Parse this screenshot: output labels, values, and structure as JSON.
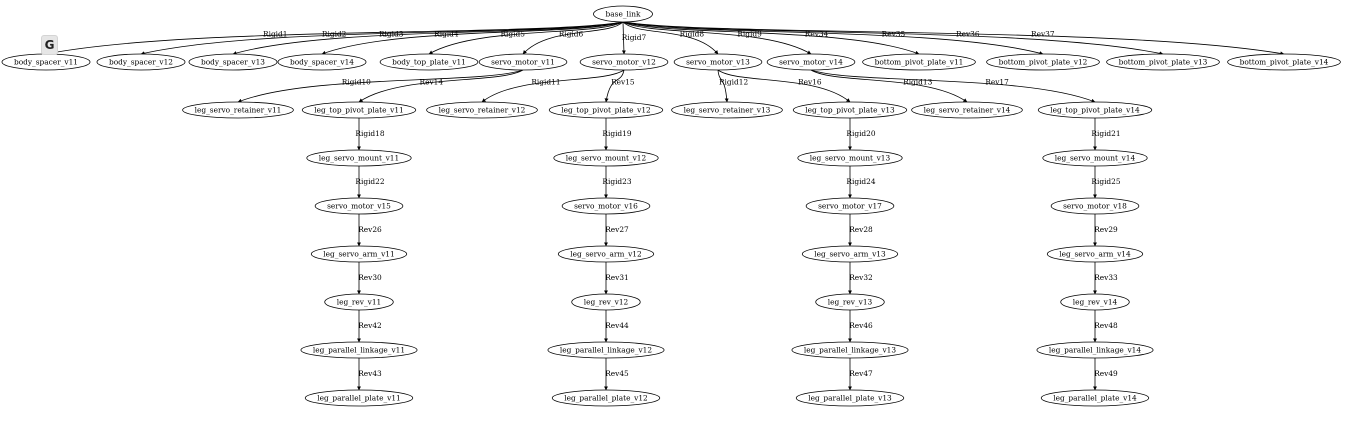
{
  "toolbar": {
    "graph_button_label": "G"
  },
  "graph": {
    "nodes": [
      {
        "id": "base_link",
        "label": "base_link"
      },
      {
        "id": "body_spacer_v11",
        "label": "body_spacer_v11"
      },
      {
        "id": "body_spacer_v12",
        "label": "body_spacer_v12"
      },
      {
        "id": "body_spacer_v13",
        "label": "body_spacer_v13"
      },
      {
        "id": "body_spacer_v14",
        "label": "body_spacer_v14"
      },
      {
        "id": "body_top_plate_v11",
        "label": "body_top_plate_v11"
      },
      {
        "id": "servo_motor_v11",
        "label": "servo_motor_v11"
      },
      {
        "id": "servo_motor_v12",
        "label": "servo_motor_v12"
      },
      {
        "id": "servo_motor_v13",
        "label": "servo_motor_v13"
      },
      {
        "id": "servo_motor_v14",
        "label": "servo_motor_v14"
      },
      {
        "id": "bottom_pivot_plate_v11",
        "label": "bottom_pivot_plate_v11"
      },
      {
        "id": "bottom_pivot_plate_v12",
        "label": "bottom_pivot_plate_v12"
      },
      {
        "id": "bottom_pivot_plate_v13",
        "label": "bottom_pivot_plate_v13"
      },
      {
        "id": "bottom_pivot_plate_v14",
        "label": "bottom_pivot_plate_v14"
      },
      {
        "id": "leg_servo_retainer_v11",
        "label": "leg_servo_retainer_v11"
      },
      {
        "id": "leg_top_pivot_plate_v11",
        "label": "leg_top_pivot_plate_v11"
      },
      {
        "id": "leg_servo_retainer_v12",
        "label": "leg_servo_retainer_v12"
      },
      {
        "id": "leg_top_pivot_plate_v12",
        "label": "leg_top_pivot_plate_v12"
      },
      {
        "id": "leg_servo_retainer_v13",
        "label": "leg_servo_retainer_v13"
      },
      {
        "id": "leg_top_pivot_plate_v13",
        "label": "leg_top_pivot_plate_v13"
      },
      {
        "id": "leg_servo_retainer_v14",
        "label": "leg_servo_retainer_v14"
      },
      {
        "id": "leg_top_pivot_plate_v14",
        "label": "leg_top_pivot_plate_v14"
      },
      {
        "id": "leg_servo_mount_v11",
        "label": "leg_servo_mount_v11"
      },
      {
        "id": "leg_servo_mount_v12",
        "label": "leg_servo_mount_v12"
      },
      {
        "id": "leg_servo_mount_v13",
        "label": "leg_servo_mount_v13"
      },
      {
        "id": "leg_servo_mount_v14",
        "label": "leg_servo_mount_v14"
      },
      {
        "id": "servo_motor_v15",
        "label": "servo_motor_v15"
      },
      {
        "id": "servo_motor_v16",
        "label": "servo_motor_v16"
      },
      {
        "id": "servo_motor_v17",
        "label": "servo_motor_v17"
      },
      {
        "id": "servo_motor_v18",
        "label": "servo_motor_v18"
      },
      {
        "id": "leg_servo_arm_v11",
        "label": "leg_servo_arm_v11"
      },
      {
        "id": "leg_servo_arm_v12",
        "label": "leg_servo_arm_v12"
      },
      {
        "id": "leg_servo_arm_v13",
        "label": "leg_servo_arm_v13"
      },
      {
        "id": "leg_servo_arm_v14",
        "label": "leg_servo_arm_v14"
      },
      {
        "id": "leg_rev_v11",
        "label": "leg_rev_v11"
      },
      {
        "id": "leg_rev_v12",
        "label": "leg_rev_v12"
      },
      {
        "id": "leg_rev_v13",
        "label": "leg_rev_v13"
      },
      {
        "id": "leg_rev_v14",
        "label": "leg_rev_v14"
      },
      {
        "id": "leg_parallel_linkage_v11",
        "label": "leg_parallel_linkage_v11"
      },
      {
        "id": "leg_parallel_linkage_v12",
        "label": "leg_parallel_linkage_v12"
      },
      {
        "id": "leg_parallel_linkage_v13",
        "label": "leg_parallel_linkage_v13"
      },
      {
        "id": "leg_parallel_linkage_v14",
        "label": "leg_parallel_linkage_v14"
      },
      {
        "id": "leg_parallel_plate_v11",
        "label": "leg_parallel_plate_v11"
      },
      {
        "id": "leg_parallel_plate_v12",
        "label": "leg_parallel_plate_v12"
      },
      {
        "id": "leg_parallel_plate_v13",
        "label": "leg_parallel_plate_v13"
      },
      {
        "id": "leg_parallel_plate_v14",
        "label": "leg_parallel_plate_v14"
      }
    ],
    "edges": [
      {
        "from": "base_link",
        "to": "body_spacer_v11",
        "label": "Rigid1"
      },
      {
        "from": "base_link",
        "to": "body_spacer_v12",
        "label": "Rigid2"
      },
      {
        "from": "base_link",
        "to": "body_spacer_v13",
        "label": "Rigid3"
      },
      {
        "from": "base_link",
        "to": "body_spacer_v14",
        "label": "Rigid4"
      },
      {
        "from": "base_link",
        "to": "body_top_plate_v11",
        "label": "Rigid5"
      },
      {
        "from": "base_link",
        "to": "servo_motor_v11",
        "label": "Rigid6"
      },
      {
        "from": "base_link",
        "to": "servo_motor_v12",
        "label": "Rigid7"
      },
      {
        "from": "base_link",
        "to": "servo_motor_v13",
        "label": "Rigid8"
      },
      {
        "from": "base_link",
        "to": "servo_motor_v14",
        "label": "Rigid9"
      },
      {
        "from": "base_link",
        "to": "bottom_pivot_plate_v11",
        "label": "Rev34"
      },
      {
        "from": "base_link",
        "to": "bottom_pivot_plate_v12",
        "label": "Rev35"
      },
      {
        "from": "base_link",
        "to": "bottom_pivot_plate_v13",
        "label": "Rev36"
      },
      {
        "from": "base_link",
        "to": "bottom_pivot_plate_v14",
        "label": "Rev37"
      },
      {
        "from": "servo_motor_v11",
        "to": "leg_servo_retainer_v11",
        "label": "Rigid10"
      },
      {
        "from": "servo_motor_v11",
        "to": "leg_top_pivot_plate_v11",
        "label": "Rev14"
      },
      {
        "from": "servo_motor_v12",
        "to": "leg_servo_retainer_v12",
        "label": "Rigid11"
      },
      {
        "from": "servo_motor_v12",
        "to": "leg_top_pivot_plate_v12",
        "label": "Rev15"
      },
      {
        "from": "servo_motor_v13",
        "to": "leg_servo_retainer_v13",
        "label": "Rigid12"
      },
      {
        "from": "servo_motor_v13",
        "to": "leg_top_pivot_plate_v13",
        "label": "Rev16"
      },
      {
        "from": "servo_motor_v14",
        "to": "leg_servo_retainer_v14",
        "label": "Rigid13"
      },
      {
        "from": "servo_motor_v14",
        "to": "leg_top_pivot_plate_v14",
        "label": "Rev17"
      },
      {
        "from": "leg_top_pivot_plate_v11",
        "to": "leg_servo_mount_v11",
        "label": "Rigid18"
      },
      {
        "from": "leg_top_pivot_plate_v12",
        "to": "leg_servo_mount_v12",
        "label": "Rigid19"
      },
      {
        "from": "leg_top_pivot_plate_v13",
        "to": "leg_servo_mount_v13",
        "label": "Rigid20"
      },
      {
        "from": "leg_top_pivot_plate_v14",
        "to": "leg_servo_mount_v14",
        "label": "Rigid21"
      },
      {
        "from": "leg_servo_mount_v11",
        "to": "servo_motor_v15",
        "label": "Rigid22"
      },
      {
        "from": "leg_servo_mount_v12",
        "to": "servo_motor_v16",
        "label": "Rigid23"
      },
      {
        "from": "leg_servo_mount_v13",
        "to": "servo_motor_v17",
        "label": "Rigid24"
      },
      {
        "from": "leg_servo_mount_v14",
        "to": "servo_motor_v18",
        "label": "Rigid25"
      },
      {
        "from": "servo_motor_v15",
        "to": "leg_servo_arm_v11",
        "label": "Rev26"
      },
      {
        "from": "servo_motor_v16",
        "to": "leg_servo_arm_v12",
        "label": "Rev27"
      },
      {
        "from": "servo_motor_v17",
        "to": "leg_servo_arm_v13",
        "label": "Rev28"
      },
      {
        "from": "servo_motor_v18",
        "to": "leg_servo_arm_v14",
        "label": "Rev29"
      },
      {
        "from": "leg_servo_arm_v11",
        "to": "leg_rev_v11",
        "label": "Rev30"
      },
      {
        "from": "leg_servo_arm_v12",
        "to": "leg_rev_v12",
        "label": "Rev31"
      },
      {
        "from": "leg_servo_arm_v13",
        "to": "leg_rev_v13",
        "label": "Rev32"
      },
      {
        "from": "leg_servo_arm_v14",
        "to": "leg_rev_v14",
        "label": "Rev33"
      },
      {
        "from": "leg_rev_v11",
        "to": "leg_parallel_linkage_v11",
        "label": "Rev42"
      },
      {
        "from": "leg_rev_v12",
        "to": "leg_parallel_linkage_v12",
        "label": "Rev44"
      },
      {
        "from": "leg_rev_v13",
        "to": "leg_parallel_linkage_v13",
        "label": "Rev46"
      },
      {
        "from": "leg_rev_v14",
        "to": "leg_parallel_linkage_v14",
        "label": "Rev48"
      },
      {
        "from": "leg_parallel_linkage_v11",
        "to": "leg_parallel_plate_v11",
        "label": "Rev43"
      },
      {
        "from": "leg_parallel_linkage_v12",
        "to": "leg_parallel_plate_v12",
        "label": "Rev45"
      },
      {
        "from": "leg_parallel_linkage_v13",
        "to": "leg_parallel_plate_v13",
        "label": "Rev47"
      },
      {
        "from": "leg_parallel_linkage_v14",
        "to": "leg_parallel_plate_v14",
        "label": "Rev49"
      }
    ]
  }
}
